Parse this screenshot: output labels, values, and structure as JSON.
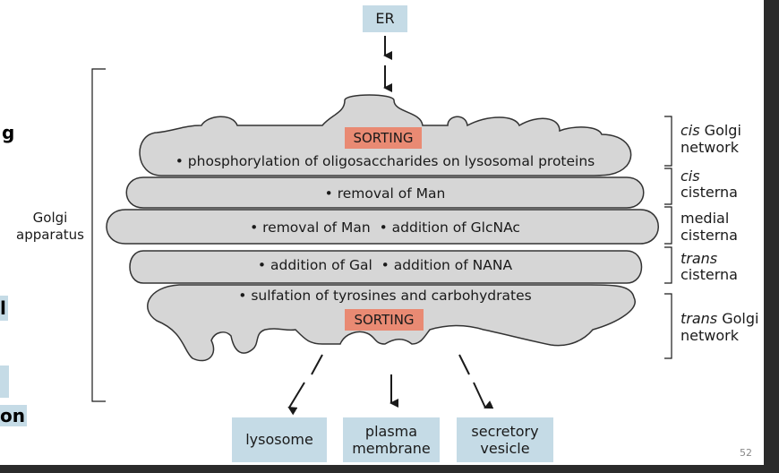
{
  "diagram": {
    "source_box": "ER",
    "group_label": [
      "Golgi",
      "apparatus"
    ],
    "compartments": [
      {
        "name_parts": [
          {
            "t": "cis",
            "i": true
          },
          {
            "t": " Golgi",
            "i": false
          }
        ],
        "name_line2": "network",
        "process": "• phosphorylation of oligosaccharides on lysosomal proteins",
        "sorting": "SORTING"
      },
      {
        "name_parts": [
          {
            "t": "cis",
            "i": true
          }
        ],
        "name_line2": "cisterna",
        "process": "• removal of Man"
      },
      {
        "name_parts": [
          {
            "t": "medial",
            "i": false
          }
        ],
        "name_line2": "cisterna",
        "process": "• removal of Man  • addition of GlcNAc"
      },
      {
        "name_parts": [
          {
            "t": "trans",
            "i": true
          }
        ],
        "name_line2": "cisterna",
        "process": "• addition of Gal  • addition of NANA"
      },
      {
        "name_parts": [
          {
            "t": "trans",
            "i": true
          },
          {
            "t": " Golgi",
            "i": false
          }
        ],
        "name_line2": "network",
        "process": "• sulfation of tyrosines and carbohydrates",
        "sorting": "SORTING"
      }
    ],
    "destinations": [
      {
        "label": [
          "lysosome"
        ]
      },
      {
        "label": [
          "plasma",
          "membrane"
        ]
      },
      {
        "label": [
          "secretory",
          "vesicle"
        ]
      }
    ]
  },
  "left_edge_fragments": [
    "g",
    "l",
    "on"
  ],
  "page_number": "52",
  "colors": {
    "box": "#c5dbe6",
    "sorting": "#e98a73",
    "cisterna_fill": "#d6d6d6",
    "outline": "#333333"
  }
}
